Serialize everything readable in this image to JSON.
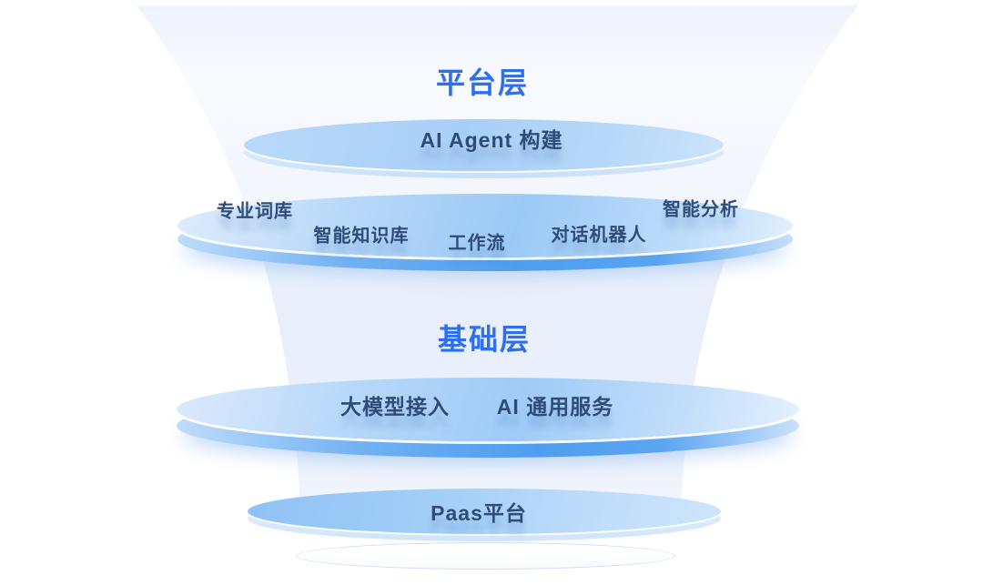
{
  "diagram": {
    "colors": {
      "title-blue": "#2E6FF0",
      "label-navy": "#2E4C77",
      "disc-deep-blue": "#4E9DF0",
      "disc-light-blue": "#B7D8F9",
      "funnel-tint": "#E8EFFB"
    },
    "platform": {
      "title": "平台层",
      "agent_label": "AI Agent 构建",
      "capabilities": [
        "专业词库",
        "智能知识库",
        "工作流",
        "对话机器人",
        "智能分析"
      ]
    },
    "foundation": {
      "title": "基础层",
      "services": [
        "大模型接入",
        "AI 通用服务"
      ],
      "paas_label": "Paas平台"
    }
  }
}
